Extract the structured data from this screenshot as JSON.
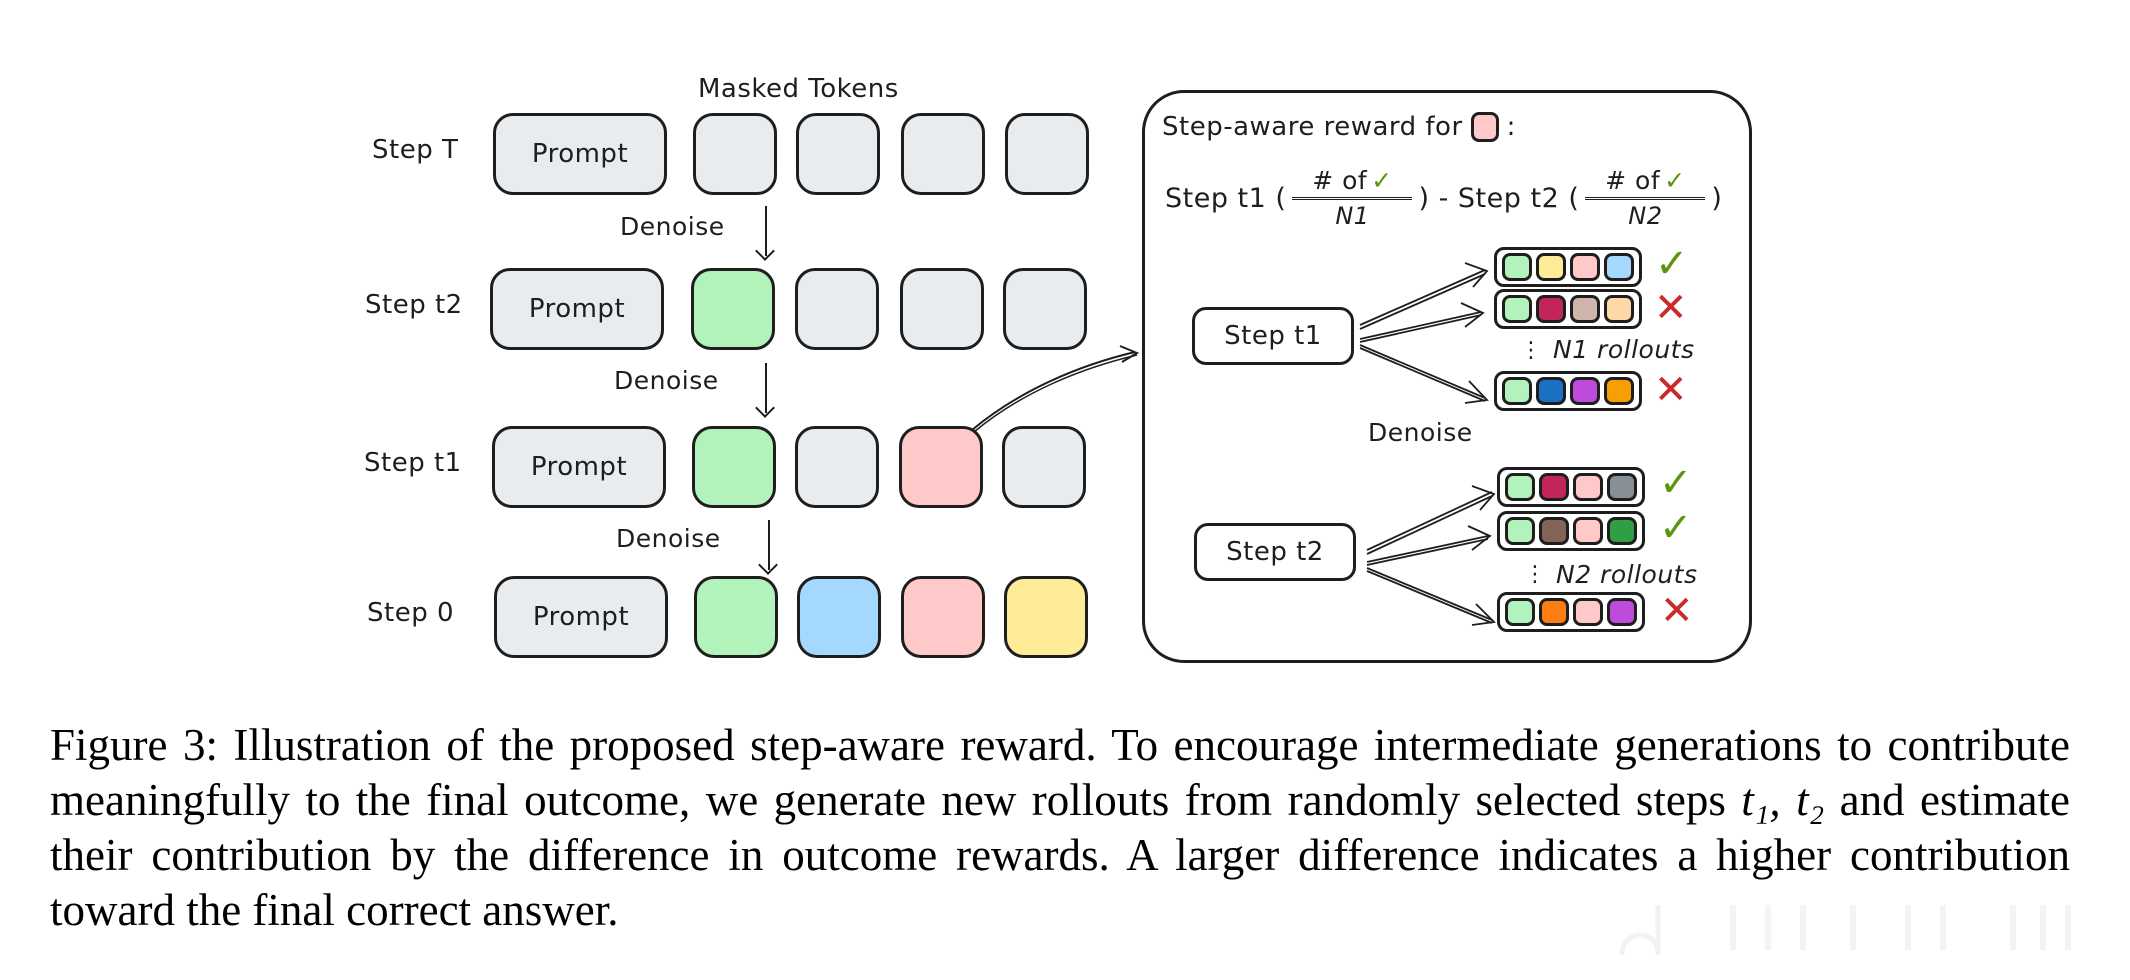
{
  "figure": {
    "header_label": "Masked Tokens",
    "denoise_label": "Denoise",
    "prompt_label": "Prompt",
    "rows": [
      {
        "label": "Step T",
        "tokens": [
          "#e9ecef",
          "#e9ecef",
          "#e9ecef",
          "#e9ecef"
        ]
      },
      {
        "label": "Step t2",
        "tokens": [
          "#b2f2bb",
          "#e9ecef",
          "#e9ecef",
          "#e9ecef"
        ]
      },
      {
        "label": "Step t1",
        "tokens": [
          "#b2f2bb",
          "#e9ecef",
          "#ffc9c9",
          "#e9ecef"
        ]
      },
      {
        "label": "Step 0",
        "tokens": [
          "#b2f2bb",
          "#a5d8ff",
          "#ffc9c9",
          "#ffec99"
        ]
      }
    ],
    "panel": {
      "title_prefix": "Step-aware reward for",
      "title_suffix": ":",
      "highlight_color": "#ffc9c9",
      "formula": {
        "term1_label": "Step t1 (",
        "term1_numerator": "# of",
        "term1_denominator": "N1",
        "term1_close": ")",
        "minus": " - ",
        "term2_label": "Step t2 (",
        "term2_numerator": "# of",
        "term2_denominator": "N2",
        "term2_close": ")"
      },
      "check_glyph": "✓",
      "cross_glyph": "✕",
      "denoise_label": "Denoise",
      "groups": [
        {
          "node_label": "Step t1",
          "rollouts_label": "N1 rollouts",
          "ellipsis": "⋮",
          "rollouts": [
            {
              "tokens": [
                "#b2f2bb",
                "#ffec99",
                "#ffc9c9",
                "#a5d8ff"
              ],
              "result": "correct"
            },
            {
              "tokens": [
                "#b2f2bb",
                "#c2255c",
                "#ceb5ac",
                "#ffd8a8"
              ],
              "result": "wrong"
            },
            {
              "tokens": [
                "#b2f2bb",
                "#1971c2",
                "#be4bdb",
                "#f59f00"
              ],
              "result": "wrong"
            }
          ]
        },
        {
          "node_label": "Step t2",
          "rollouts_label": "N2 rollouts",
          "ellipsis": "⋮",
          "rollouts": [
            {
              "tokens": [
                "#b2f2bb",
                "#c2255c",
                "#ffc9c9",
                "#868e96"
              ],
              "result": "correct"
            },
            {
              "tokens": [
                "#b2f2bb",
                "#846358",
                "#ffc9c9",
                "#2f9e44"
              ],
              "result": "correct"
            },
            {
              "tokens": [
                "#b2f2bb",
                "#fd7e14",
                "#ffc9c9",
                "#be4bdb"
              ],
              "result": "wrong"
            }
          ]
        }
      ]
    }
  },
  "caption": {
    "lead": "Figure 3: Illustration of the proposed step-aware reward.  To encourage intermediate generations to contribute meaningfully to the final outcome, we generate new rollouts from randomly selected steps ",
    "math": "t₁, t₂",
    "tail": " and estimate their contribution by the difference in outcome rewards. A larger difference indicates a higher contribution toward the final correct answer."
  }
}
